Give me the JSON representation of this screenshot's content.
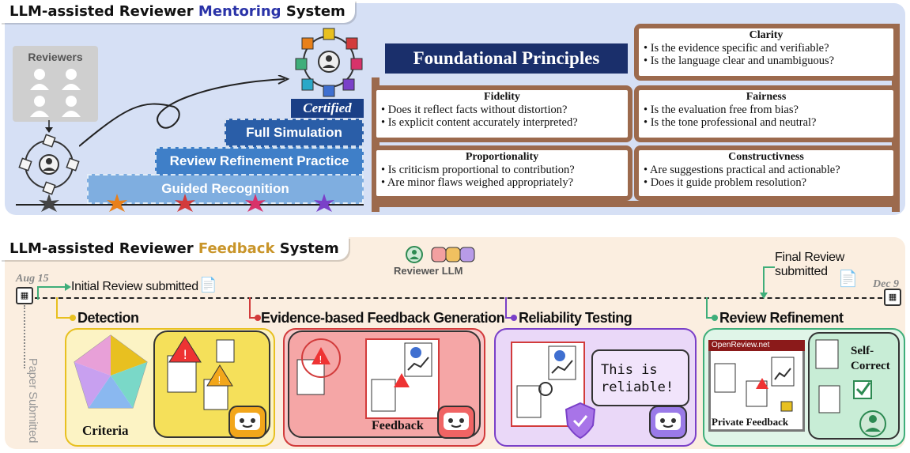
{
  "colors": {
    "top_panel": "#d6e0f5",
    "bottom_panel": "#fbeee0",
    "mentoring_accent": "#2a33a8",
    "feedback_accent": "#c9952a",
    "shelf_wood": "#9c6a4d",
    "banner": "#1a2f6b",
    "detection": "#e8c020",
    "feedback": "#d23b3b",
    "reliability": "#7a40c8",
    "refinement": "#3fae7a"
  },
  "mentoring": {
    "title_prefix": "LLM-assisted Reviewer ",
    "title_highlight": "Mentoring",
    "title_suffix": " System",
    "reviewers_label": "Reviewers",
    "stairs": {
      "step1": "Guided Recognition",
      "step2": "Review Refinement Practice",
      "step3": "Full Simulation",
      "certified": "Certified"
    },
    "banner": "Foundational Principles",
    "principles": {
      "clarity": {
        "title": "Clarity",
        "items": [
          "Is the evidence specific and verifiable?",
          "Is the language clear and unambiguous?"
        ]
      },
      "fidelity": {
        "title": "Fidelity",
        "items": [
          "Does it reflect facts without distortion?",
          "Is explicit content accurately interpreted?"
        ]
      },
      "fairness": {
        "title": "Fairness",
        "items": [
          "Is the evaluation free from bias?",
          "Is the tone professional and neutral?"
        ]
      },
      "proportionality": {
        "title": "Proportionality",
        "items": [
          "Is criticism proportional to contribution?",
          "Are minor flaws weighed appropriately?"
        ]
      },
      "constructiveness": {
        "title": "Constructivness",
        "items": [
          "Are suggestions practical and actionable?",
          "Does it guide problem resolution?"
        ]
      }
    }
  },
  "feedback": {
    "title_prefix": "LLM-assisted Reviewer ",
    "title_highlight": "Feedback",
    "title_suffix": " System",
    "legend_reviewer": "Reviewer",
    "legend_llm": "LLM",
    "date_start": "Aug 15",
    "date_end": "Dec 9",
    "initial_review": "Initial Review submitted",
    "final_review_line1": "Final Review",
    "final_review_line2": "submitted",
    "paper_submitted": "Paper Submitted",
    "stages": {
      "detection": "Detection",
      "generation": "Evidence-based Feedback Generation",
      "reliability": "Reliability Testing",
      "refinement": "Review Refinement"
    },
    "criteria_label": "Criteria",
    "feedback_label": "Feedback",
    "reliable_line1": "This is",
    "reliable_line2": "reliable!",
    "openreview_label": "OpenReview.net",
    "private_feedback": "Private Feedback",
    "self_correct_line1": "Self-",
    "self_correct_line2": "Correct"
  }
}
